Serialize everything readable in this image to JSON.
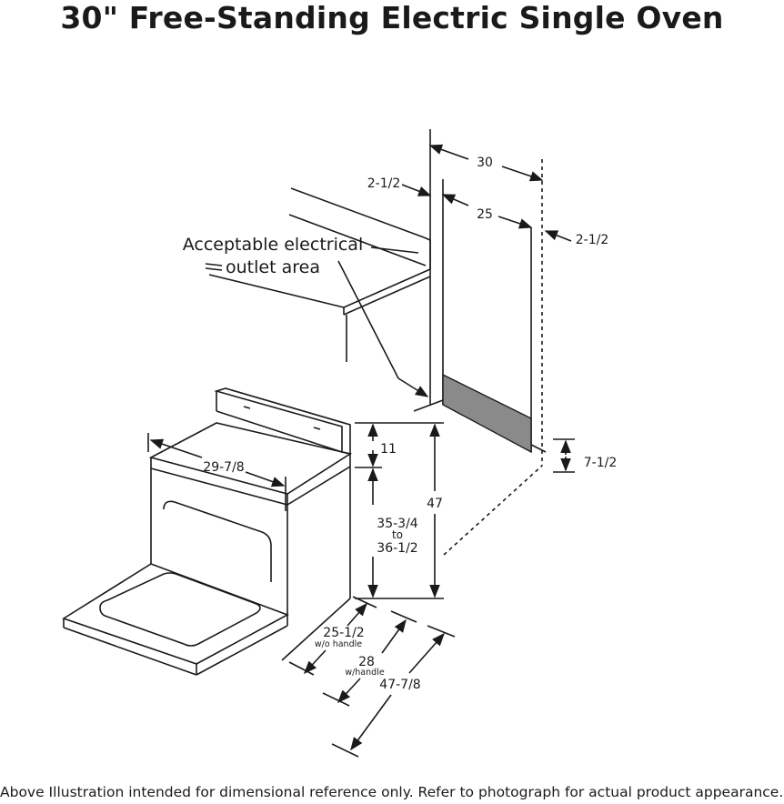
{
  "title": "30\" Free-Standing Electric Single Oven",
  "footer": "Above Illustration intended for dimensional reference only. Refer to photograph for actual product appearance.",
  "callout": {
    "line1": "Acceptable electrical",
    "line2": "outlet area"
  },
  "dimensions": {
    "cutout_width": "30",
    "side_gap_left": "2-1/2",
    "cabinet_width": "25",
    "side_gap_right": "2-1/2",
    "outlet_height": "7-1/2",
    "backguard_height": "11",
    "cooktop_height_min": "35-3/4",
    "cooktop_height_to": "to",
    "cooktop_height_max": "36-1/2",
    "overall_height": "47",
    "range_width": "29-7/8",
    "depth_without_handle": "25-1/2",
    "depth_without_handle_note": "w/o handle",
    "depth_with_handle": "28",
    "depth_with_handle_note": "w/handle",
    "depth_door_open": "47-7/8"
  },
  "colors": {
    "outlet_area_fill": "#8a8a8a",
    "line": "#1a1a1a"
  }
}
